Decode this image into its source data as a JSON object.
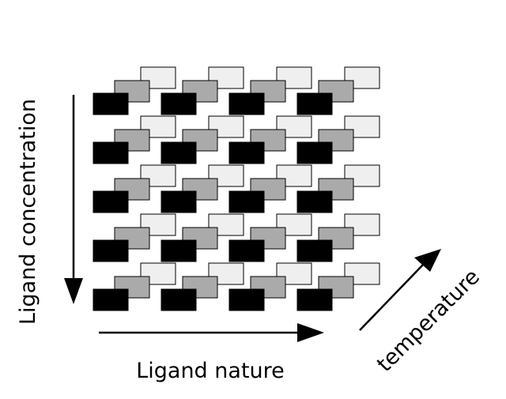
{
  "labels": {
    "y_axis": "Ligand concentration",
    "x_axis": "Ligand nature",
    "z_axis": "temperature"
  },
  "grid": {
    "rows": 5,
    "columns": 4,
    "layers": 3
  },
  "colors": {
    "front_layer": "#000000",
    "middle_layer": "#aaaaaa",
    "back_layer": "#efefef",
    "outline": "#000000",
    "arrow": "#000000"
  }
}
